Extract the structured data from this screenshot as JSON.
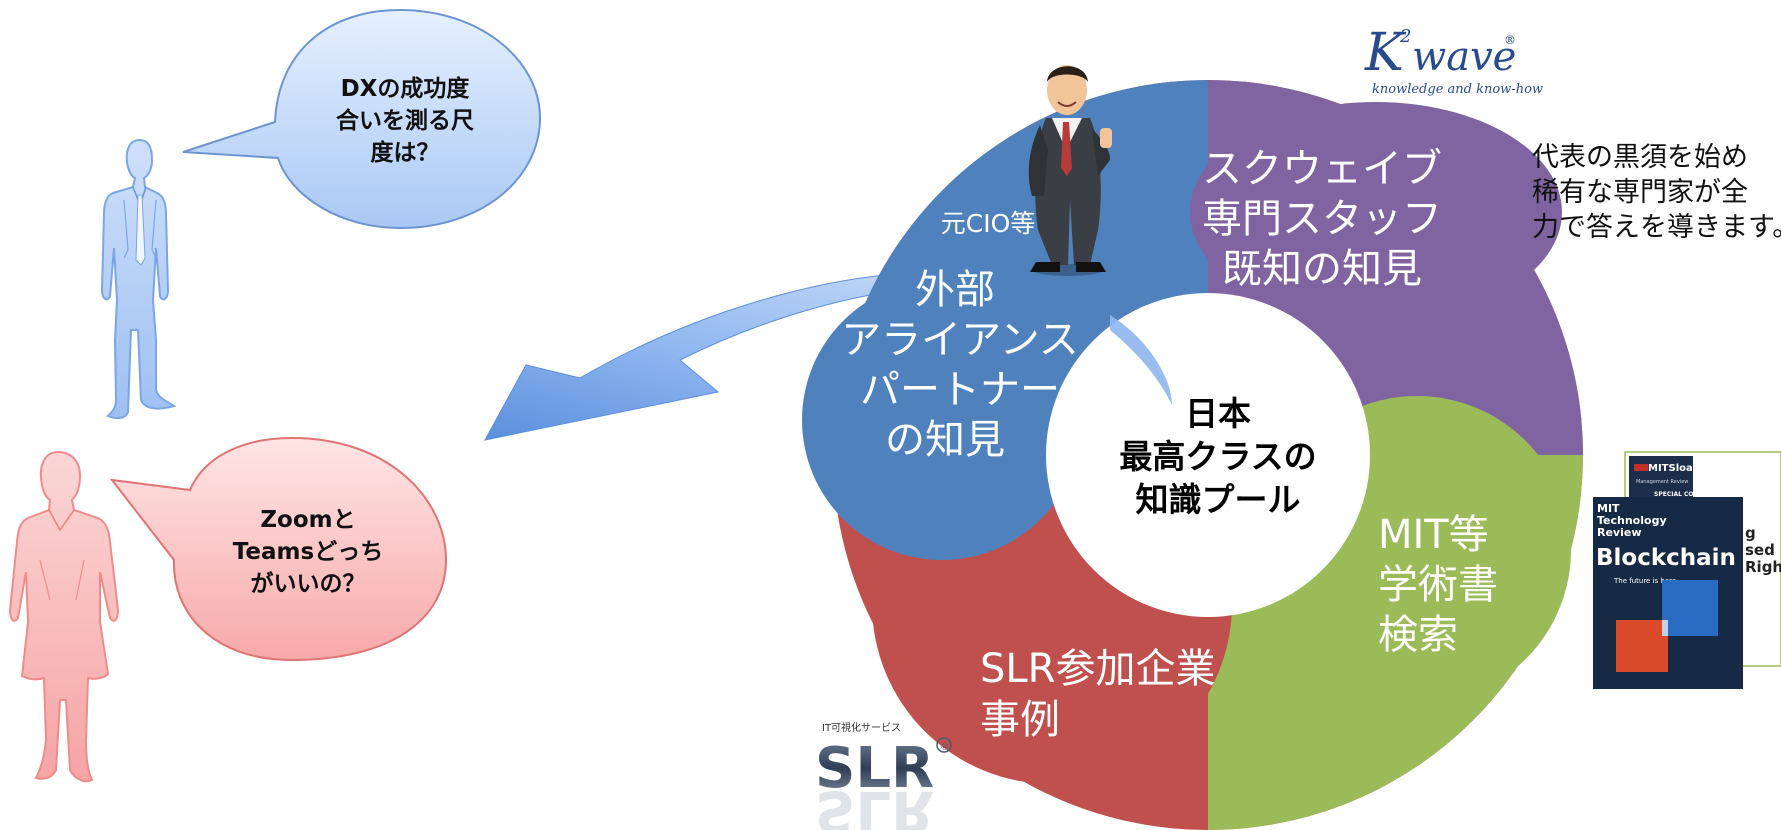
{
  "bubbles": {
    "top": {
      "lines": [
        "DXの成功度",
        "合いを測る尺",
        "度は？"
      ]
    },
    "bottom": {
      "lines": [
        "Zoomと",
        "Teamsどっち",
        "がいいの？"
      ]
    }
  },
  "diagram": {
    "center": {
      "lines": [
        "日本",
        "最高クラスの",
        "知識プール"
      ]
    },
    "segments": {
      "external": {
        "lines": [
          "外部",
          "アライアンス",
          "パートナー",
          "の知見"
        ],
        "badge": "元CIO等",
        "color": "#4f81bd"
      },
      "k2wave": {
        "lines": [
          "スクウェイブ",
          "専門スタッフ",
          "既知の知見"
        ],
        "color": "#8064a2"
      },
      "mit": {
        "lines": [
          "MIT等",
          "学術書",
          "検索"
        ],
        "color": "#9bbb59"
      },
      "slr": {
        "lines": [
          "SLR参加企業",
          "事例"
        ],
        "color": "#c0504d"
      }
    }
  },
  "description": {
    "lines": [
      "代表の黒須を始め",
      "稀有な専門家が全",
      "力で答えを導きます。"
    ]
  },
  "logos": {
    "k2wave": {
      "brand": "K",
      "superscript": "2",
      "word": "wave",
      "registered": "®",
      "tagline": "knowledge and know-how"
    },
    "slr": {
      "caption": "IT可視化サービス",
      "name": "SLR",
      "registered": "®"
    }
  },
  "books": {
    "back": {
      "brand": "MITSloan",
      "sub": "Management Review",
      "label": "SPECIAL COLLECTION",
      "partial": [
        "g",
        "sed",
        "Right"
      ]
    },
    "front": {
      "brand_line1": "MIT",
      "brand_line2": "Technology",
      "brand_line3": "Review",
      "title": "Blockchain",
      "subtitle": "The future is here"
    }
  }
}
